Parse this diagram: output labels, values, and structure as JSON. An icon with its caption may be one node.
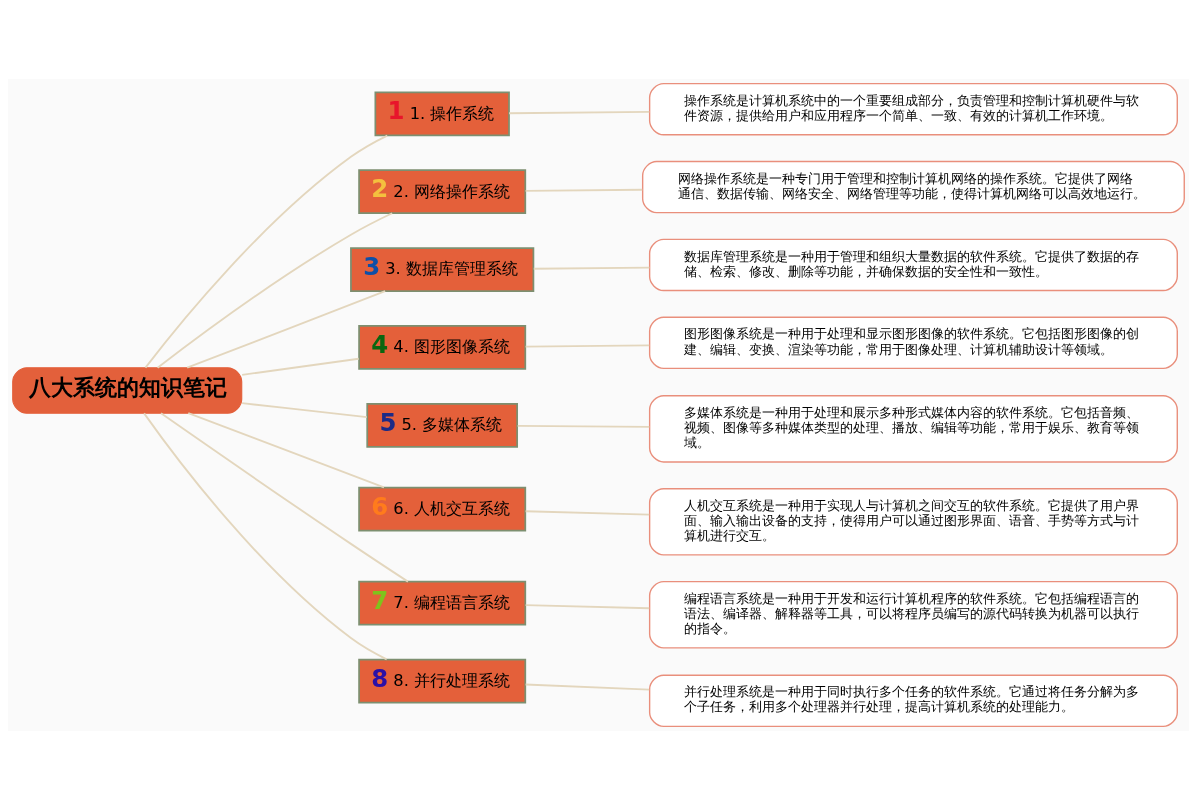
{
  "diagram": {
    "nodes": [
      {
        "text": [
          "八大系统的知识笔记"
        ]
      },
      {
        "text": [
          "1",
          "1. 操作系统"
        ]
      },
      {
        "text": [
          "操作系统是计算机系统中的一个重要组成部分，负责管理和控制计算机硬件与软件资源，提供给用户和应用程序一个简单、一致、有效的计算机工作环境。"
        ]
      },
      {
        "text": [
          "2",
          "2. 网络操作系统"
        ]
      },
      {
        "text": [
          "网络操作系统是一种专门用于管理和控制计算机网络的操作系统。它提供了网络通信、数据传输、网络安全、网络管理等功能，使得计算机网络可以高效地运行。"
        ]
      },
      {
        "text": [
          "3",
          "3. 数据库管理系统"
        ]
      },
      {
        "text": [
          "数据库管理系统是一种用于管理和组织大量数据的软件系统。它提供了数据的存储、检索、修改、删除等功能，并确保数据的安全性和一致性。"
        ]
      },
      {
        "text": [
          "4",
          "4. 图形图像系统"
        ]
      },
      {
        "text": [
          "图形图像系统是一种用于处理和显示图形图像的软件系统。它包括图形图像的创建、编辑、变换、渲染等功能，常用于图像处理、计算机辅助设计等领域。"
        ]
      },
      {
        "text": [
          "5",
          "5. 多媒体系统"
        ]
      },
      {
        "text": [
          "多媒体系统是一种用于处理和展示多种形式媒体内容的软件系统。它包括音频、视频、图像等多种媒体类型的处理、播放、编辑等功能，常用于娱乐、教育等领域。"
        ]
      },
      {
        "text": [
          "6",
          "6. 人机交互系统"
        ]
      },
      {
        "text": [
          "人机交互系统是一种用于实现人与计算机之间交互的软件系统。它提供了用户界面、输入输出设备的支持，使得用户可以通过图形界面、语音、手势等方式与计算机进行交互。"
        ]
      },
      {
        "text": [
          "7",
          "7. 编程语言系统"
        ]
      },
      {
        "text": [
          "编程语言系统是一种用于开发和运行计算机程序的软件系统。它包括编程语言的语法、编译器、解释器等工具，可以将程序员编写的源代码转换为机器可以执行的指令。"
        ]
      },
      {
        "text": [
          "8",
          "8. 并行处理系统"
        ]
      },
      {
        "text": [
          "并行处理系统是一种用于同时执行多个任务的软件系统。它通过将任务分解为多个子任务，利用多个处理器并行处理，提高计算机系统的处理能力。"
        ]
      }
    ],
    "edges": [
      {
        "from": 0,
        "to": 1,
        "arrow": "none"
      },
      {
        "from": 0,
        "to": 3,
        "arrow": "none"
      },
      {
        "from": 0,
        "to": 5,
        "arrow": "none"
      },
      {
        "from": 0,
        "to": 7,
        "arrow": "none"
      },
      {
        "from": 0,
        "to": 9,
        "arrow": "none"
      },
      {
        "from": 0,
        "to": 11,
        "arrow": "none"
      },
      {
        "from": 0,
        "to": 13,
        "arrow": "none"
      },
      {
        "from": 0,
        "to": 15,
        "arrow": "none"
      },
      {
        "from": 1,
        "to": 2,
        "arrow": "none"
      },
      {
        "from": 3,
        "to": 4,
        "arrow": "none"
      },
      {
        "from": 5,
        "to": 6,
        "arrow": "none"
      },
      {
        "from": 7,
        "to": 8,
        "arrow": "none"
      },
      {
        "from": 9,
        "to": 10,
        "arrow": "none"
      },
      {
        "from": 11,
        "to": 12,
        "arrow": "none"
      },
      {
        "from": 13,
        "to": 14,
        "arrow": "none"
      },
      {
        "from": 15,
        "to": 16,
        "arrow": "none"
      }
    ]
  }
}
